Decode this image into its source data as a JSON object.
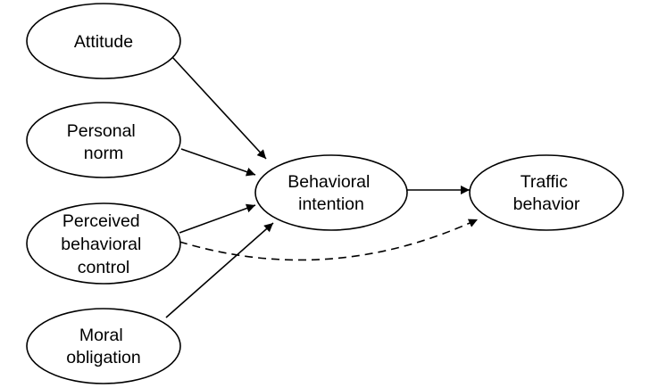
{
  "diagram": {
    "nodes": {
      "attitude": {
        "lines": [
          "Attitude"
        ]
      },
      "personal_norm": {
        "lines": [
          "Personal",
          "norm"
        ]
      },
      "perceived_behavioral_control": {
        "lines": [
          "Perceived",
          "behavioral",
          "control"
        ]
      },
      "moral_obligation": {
        "lines": [
          "Moral",
          "obligation"
        ]
      },
      "behavioral_intention": {
        "lines": [
          "Behavioral",
          "intention"
        ]
      },
      "traffic_behavior": {
        "lines": [
          "Traffic",
          "behavior"
        ]
      }
    },
    "edges": [
      {
        "from": "attitude",
        "to": "behavioral_intention",
        "style": "solid"
      },
      {
        "from": "personal_norm",
        "to": "behavioral_intention",
        "style": "solid"
      },
      {
        "from": "perceived_behavioral_control",
        "to": "behavioral_intention",
        "style": "solid"
      },
      {
        "from": "moral_obligation",
        "to": "behavioral_intention",
        "style": "solid"
      },
      {
        "from": "behavioral_intention",
        "to": "traffic_behavior",
        "style": "solid"
      },
      {
        "from": "perceived_behavioral_control",
        "to": "traffic_behavior",
        "style": "dashed"
      }
    ],
    "colors": {
      "stroke": "#000000",
      "fill": "#ffffff"
    }
  }
}
